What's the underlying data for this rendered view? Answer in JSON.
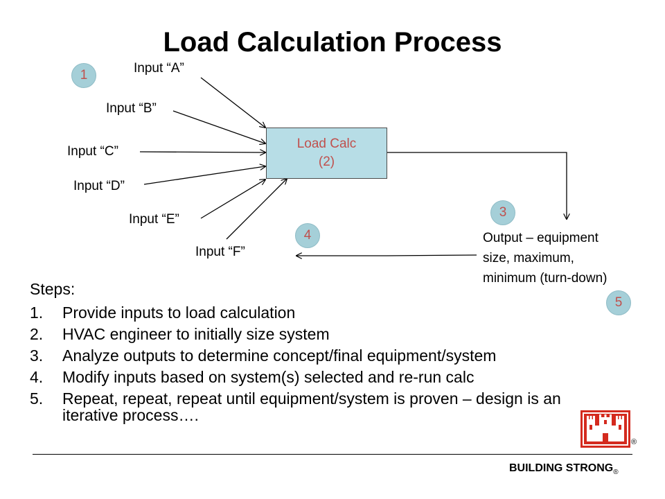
{
  "title": "Load Calculation Process",
  "inputs": [
    {
      "label": "Input “A”"
    },
    {
      "label": "Input “B”"
    },
    {
      "label": "Input “C”"
    },
    {
      "label": "Input “D”"
    },
    {
      "label": "Input “E”"
    },
    {
      "label": "Input “F”"
    }
  ],
  "calc_box": {
    "line1": "Load Calc",
    "line2": "(2)"
  },
  "badges": [
    "1",
    "3",
    "4",
    "5"
  ],
  "output": {
    "line1": "Output – equipment",
    "line2": "size, maximum,",
    "line3": "minimum (turn-down)"
  },
  "steps": {
    "heading": "Steps:",
    "items": [
      {
        "num": "1.",
        "text": "Provide inputs to load calculation"
      },
      {
        "num": "2.",
        "text": "HVAC engineer to initially size system"
      },
      {
        "num": "3.",
        "text": "Analyze outputs to determine concept/final equipment/system"
      },
      {
        "num": "4.",
        "text": "Modify inputs based on system(s) selected and re-run calc"
      },
      {
        "num": "5.",
        "text": "Repeat, repeat, repeat until equipment/system is proven – design is an iterative process…."
      }
    ]
  },
  "footer": {
    "text": "BUILDING STRONG",
    "mark": "®"
  },
  "logo": {
    "mark": "®",
    "icon": "castle-logo-icon"
  },
  "colors": {
    "box_fill": "#b7dde6",
    "badge_fill": "#a5cfd8",
    "accent_red": "#c0504d",
    "logo_red": "#d42a1e"
  }
}
